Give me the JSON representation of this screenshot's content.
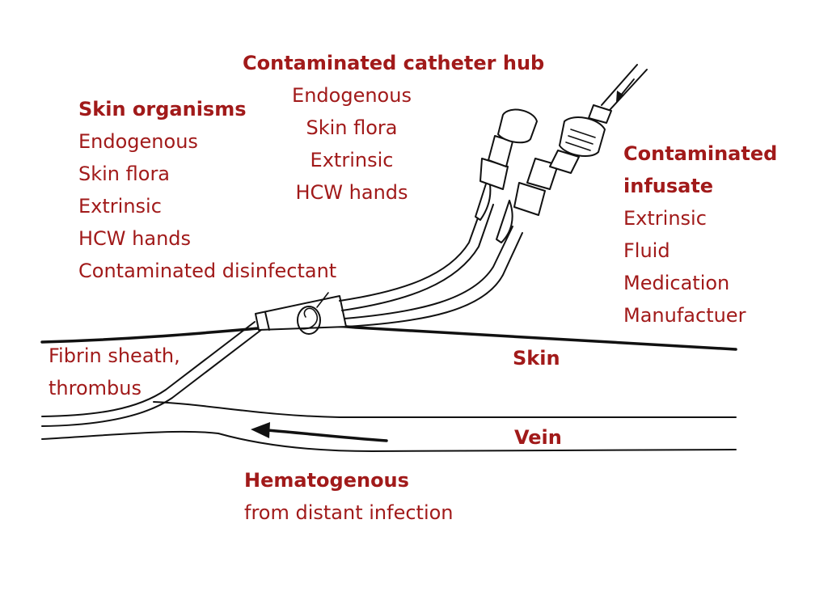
{
  "colors": {
    "label": "#a11a1a",
    "stroke": "#111111",
    "background": "#ffffff"
  },
  "hub": {
    "title": "Contaminated catheter hub",
    "lines": [
      "Endogenous",
      "Skin flora",
      "Extrinsic",
      "HCW hands"
    ]
  },
  "skin_organisms": {
    "title": "Skin organisms",
    "lines": [
      "Endogenous",
      "Skin flora",
      "Extrinsic",
      "HCW hands",
      "Contaminated disinfectant"
    ]
  },
  "infusate": {
    "title_lines": [
      "Contaminated",
      "infusate"
    ],
    "lines": [
      "Extrinsic",
      "Fluid",
      "Medication",
      "Manufactuer"
    ]
  },
  "fibrin": {
    "lines": [
      "Fibrin sheath,",
      "thrombus"
    ]
  },
  "skin_label": "Skin",
  "vein_label": "Vein",
  "hematogenous": {
    "title": "Hematogenous",
    "line": "from distant infection"
  }
}
